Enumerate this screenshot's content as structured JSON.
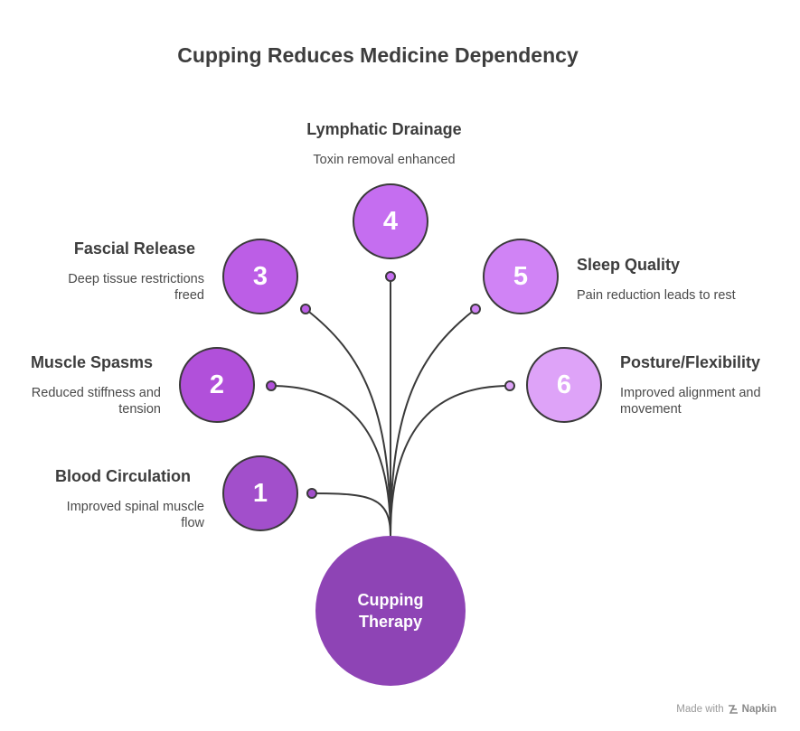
{
  "title": "Cupping Reduces Medicine Dependency",
  "center": {
    "label": "Cupping Therapy"
  },
  "nodes": [
    {
      "number": "1",
      "title": "Blood Circulation",
      "description": "Improved spinal muscle flow",
      "color": "#a24fcb"
    },
    {
      "number": "2",
      "title": "Muscle Spasms",
      "description": "Reduced stiffness and tension",
      "color": "#b150da"
    },
    {
      "number": "3",
      "title": "Fascial Release",
      "description": "Deep tissue restrictions freed",
      "color": "#bc5ee6"
    },
    {
      "number": "4",
      "title": "Lymphatic Drainage",
      "description": "Toxin removal enhanced",
      "color": "#c56ef0"
    },
    {
      "number": "5",
      "title": "Sleep Quality",
      "description": "Pain reduction leads to rest",
      "color": "#d083f5"
    },
    {
      "number": "6",
      "title": "Posture/Flexibility",
      "description": "Improved alignment and movement",
      "color": "#dea3f8"
    }
  ],
  "footer": {
    "made_with": "Made with",
    "brand": "Napkin",
    "icon": "napkin-logo-icon"
  }
}
